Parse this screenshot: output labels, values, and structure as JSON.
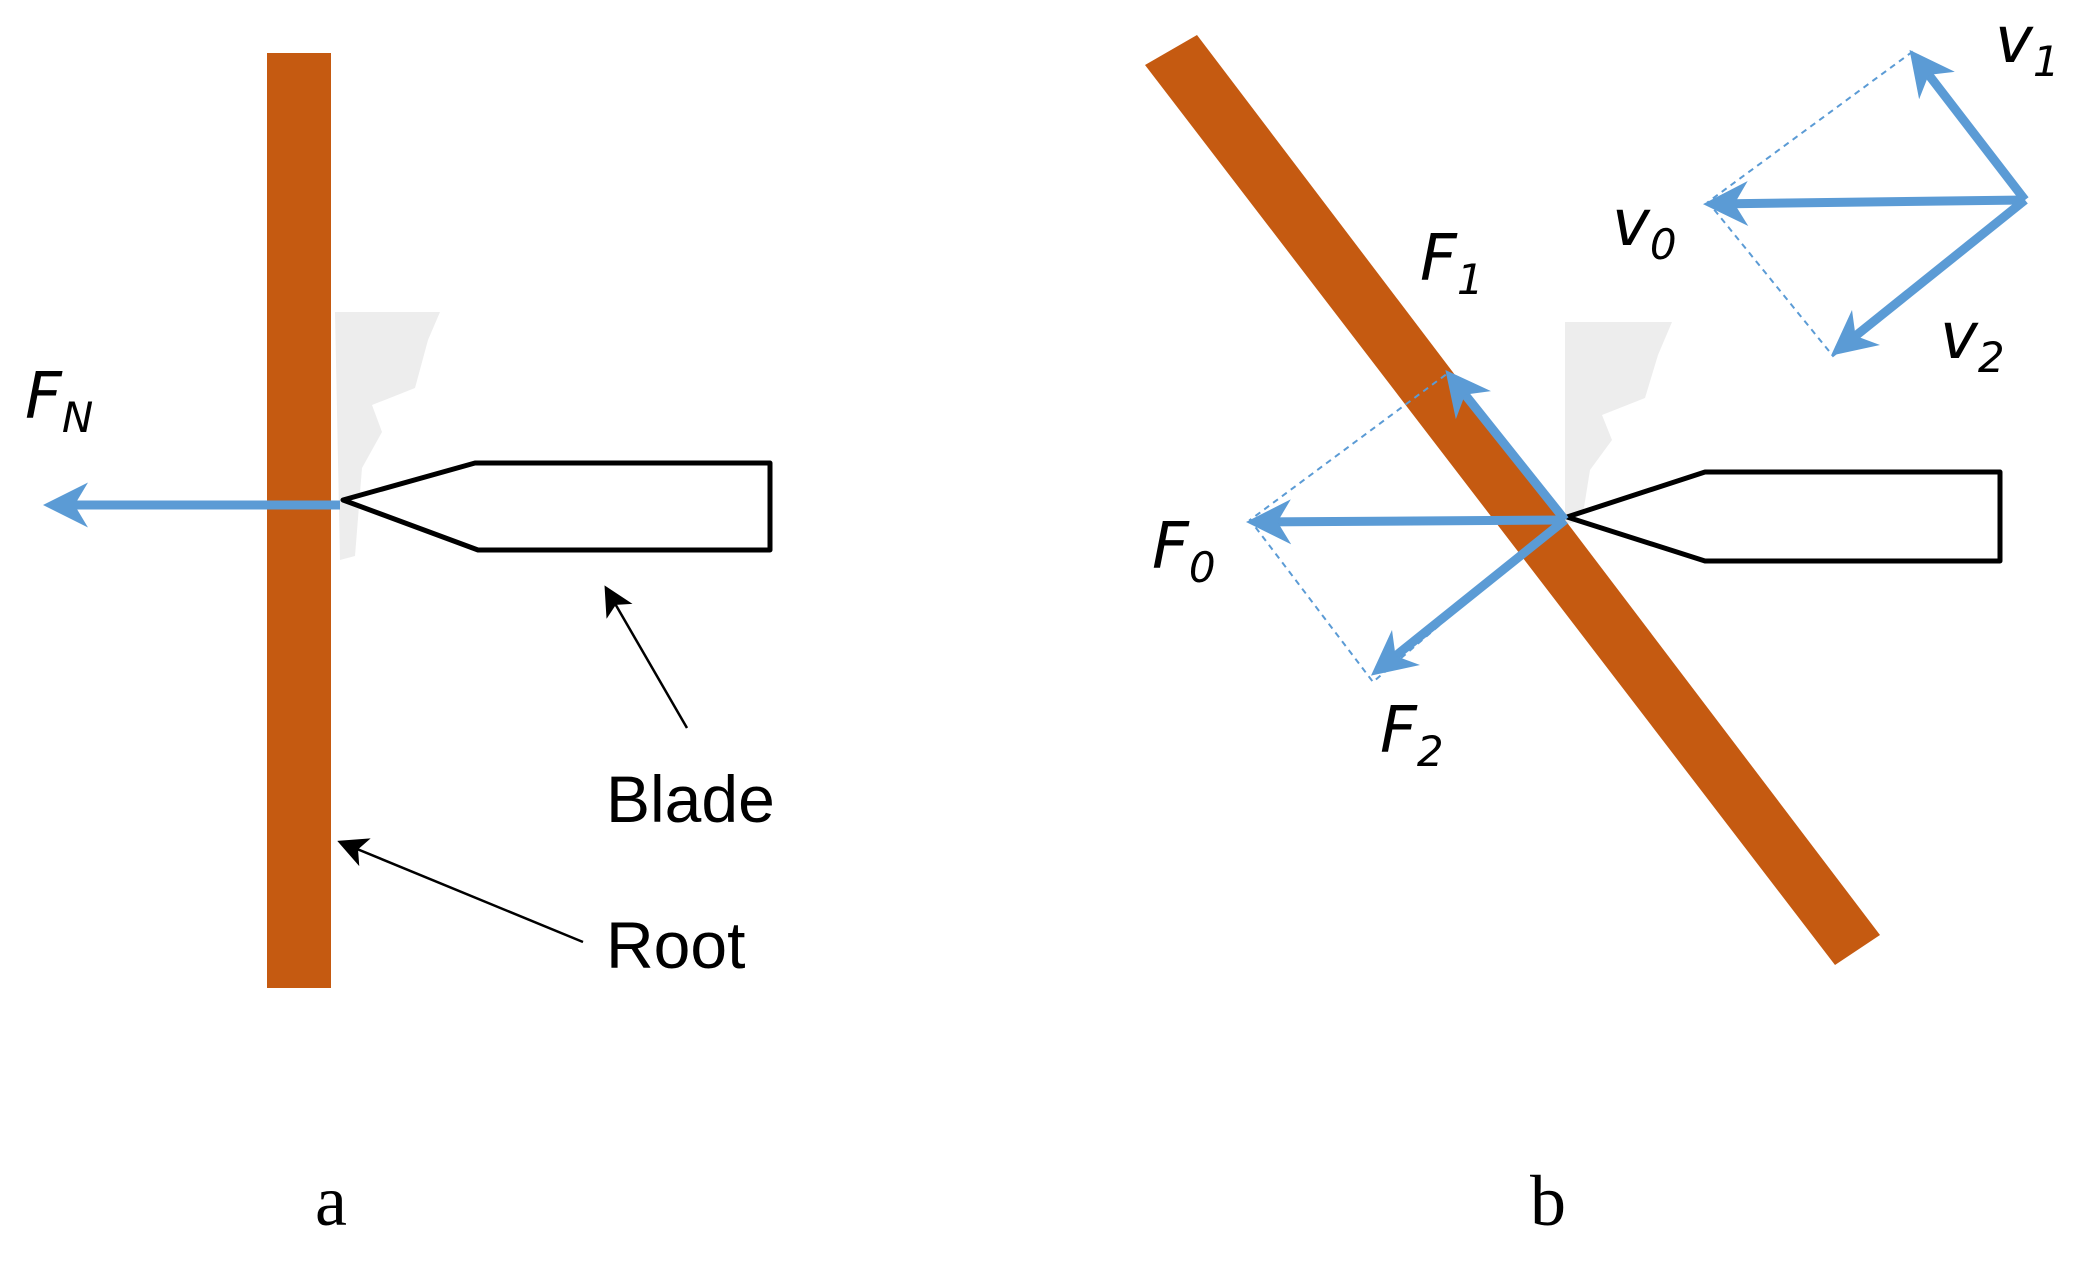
{
  "colors": {
    "root": "#C55A11",
    "arrow": "#5B9BD5",
    "dashed": "#5B9BD5",
    "shadow": "#EDEDED",
    "outline": "#000000"
  },
  "panel_a": {
    "force_label": {
      "main": "F",
      "sub": "N"
    },
    "blade_label": "Blade",
    "root_label": "Root",
    "caption": "a"
  },
  "panel_b": {
    "forces": {
      "f0": {
        "main": "F",
        "sub": "0"
      },
      "f1": {
        "main": "F",
        "sub": "1"
      },
      "f2": {
        "main": "F",
        "sub": "2"
      }
    },
    "velocities": {
      "v0": {
        "main": "v",
        "sub": "0"
      },
      "v1": {
        "main": "v",
        "sub": "1"
      },
      "v2": {
        "main": "v",
        "sub": "2"
      }
    },
    "caption": "b"
  }
}
